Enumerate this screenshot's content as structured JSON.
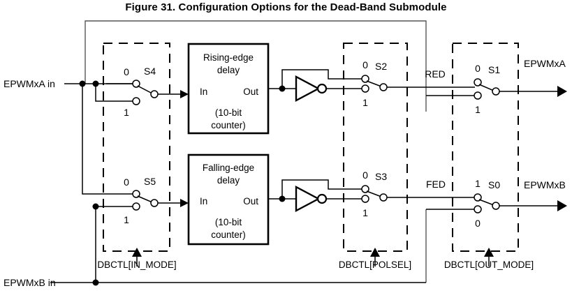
{
  "figure": {
    "title": "Figure 31. Configuration Options for the Dead-Band Submodule"
  },
  "inputs": {
    "a_in": "EPWMxA in",
    "b_in": "EPWMxB in"
  },
  "outputs": {
    "a_out": "EPWMxA",
    "b_out": "EPWMxB"
  },
  "blocks": [
    {
      "id": "rising-edge-delay",
      "title_line1": "Rising-edge",
      "title_line2": "delay",
      "port_in": "In",
      "port_out": "Out",
      "sub_line1": "(10-bit",
      "sub_line2": "counter)"
    },
    {
      "id": "falling-edge-delay",
      "title_line1": "Falling-edge",
      "title_line2": "delay",
      "port_in": "In",
      "port_out": "Out",
      "sub_line1": "(10-bit",
      "sub_line2": "counter)"
    }
  ],
  "switches": [
    {
      "id": "S4",
      "name": "S4",
      "top_label": "0",
      "bottom_label": "1",
      "position": "top"
    },
    {
      "id": "S5",
      "name": "S5",
      "top_label": "0",
      "bottom_label": "1",
      "position": "top"
    },
    {
      "id": "S2",
      "name": "S2",
      "top_label": "0",
      "bottom_label": "1",
      "position": "top"
    },
    {
      "id": "S3",
      "name": "S3",
      "top_label": "0",
      "bottom_label": "1",
      "position": "top"
    },
    {
      "id": "S1",
      "name": "S1",
      "top_label": "0",
      "bottom_label": "1",
      "position": "top"
    },
    {
      "id": "S0",
      "name": "S0",
      "top_label": "1",
      "bottom_label": "0",
      "position": "top"
    }
  ],
  "signals": {
    "red": "RED",
    "fed": "FED"
  },
  "control_groups": [
    {
      "id": "in-mode",
      "caption": "DBCTL[IN_MODE]"
    },
    {
      "id": "polsel",
      "caption": "DBCTL[POLSEL]"
    },
    {
      "id": "out-mode",
      "caption": "DBCTL[OUT_MODE]"
    }
  ],
  "colors": {
    "line": "#000000",
    "background": "#ffffff",
    "outer_loop": "#555555"
  }
}
